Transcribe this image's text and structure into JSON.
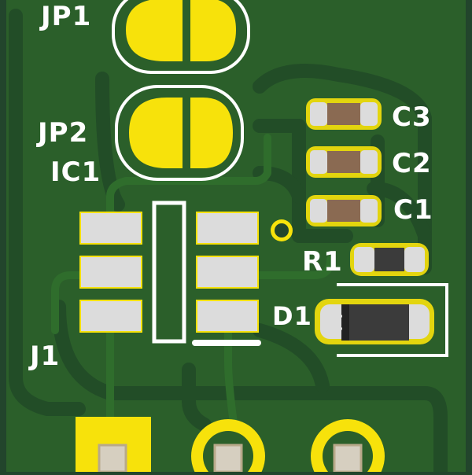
{
  "board": {
    "colors": {
      "background": "#22452c",
      "copper_pour": "#2b5f2a",
      "trace": "#2f6b2c",
      "pad_gold": "#f7e20b",
      "pad_silver": "#dcdcdc",
      "silkscreen": "#ffffff",
      "body_brown": "#8a6a52",
      "body_dark": "#3b3b3b",
      "drill": "#d6cfc0"
    },
    "designators": {
      "jp1": "JP1",
      "jp2": "JP2",
      "ic1": "IC1",
      "j1": "J1",
      "c1": "C1",
      "c2": "C2",
      "c3": "C3",
      "r1": "R1",
      "d1": "D1"
    }
  }
}
